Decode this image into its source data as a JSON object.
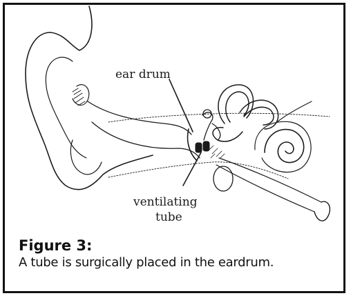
{
  "diagram": {
    "labels": {
      "ear_drum": "ear drum",
      "ventilating_line1": "ventilating",
      "ventilating_line2": "tube"
    },
    "icons": [
      "ear-anatomy-illustration"
    ]
  },
  "caption": {
    "title": "Figure 3:",
    "text": "A tube is surgically placed in the eardrum."
  },
  "colors": {
    "border": "#111111",
    "ink": "#1a1a1a",
    "background": "#ffffff"
  }
}
